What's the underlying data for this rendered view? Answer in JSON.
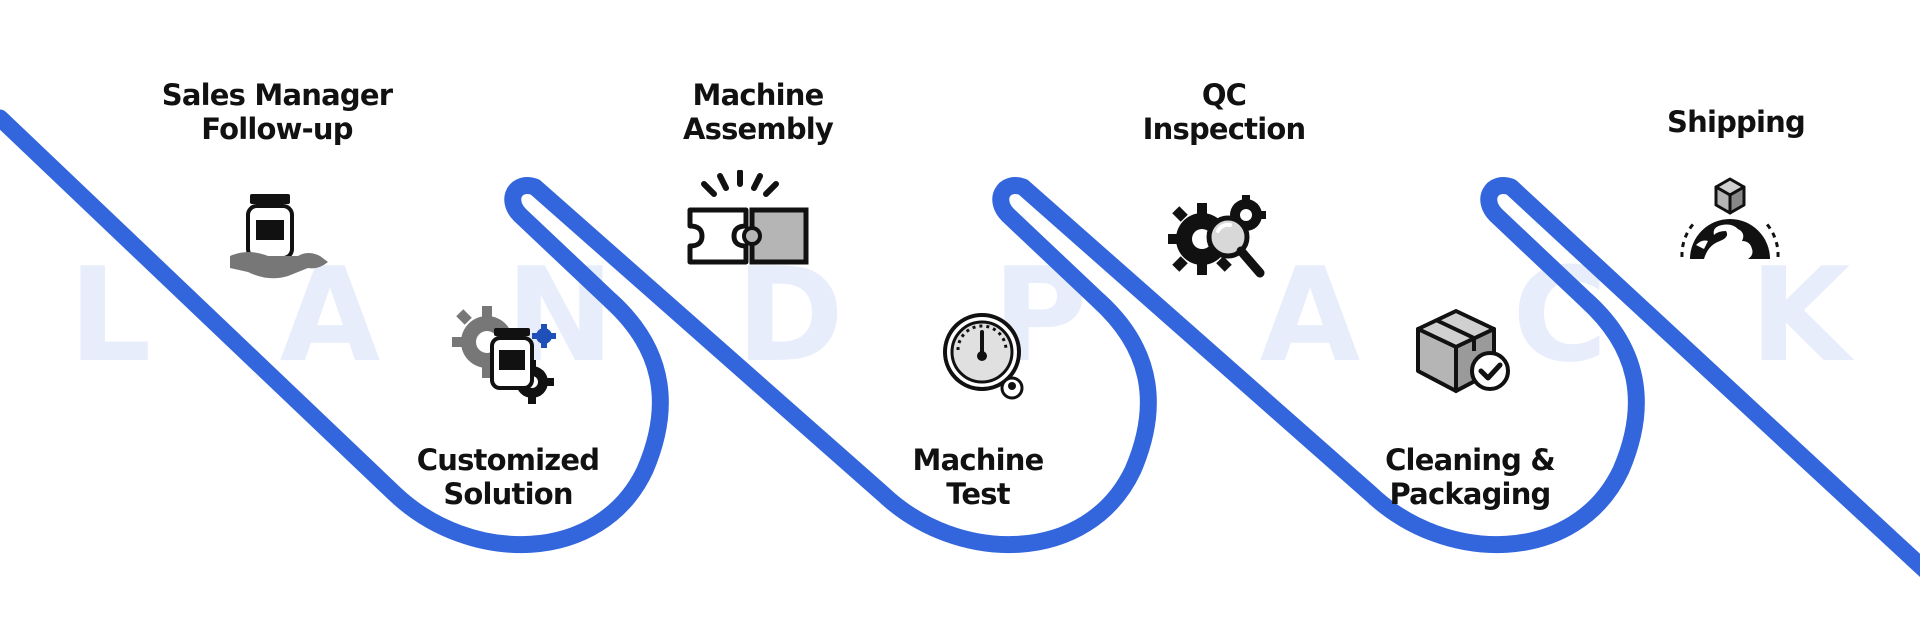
{
  "watermark": [
    "L",
    "A",
    "N",
    "D",
    "P",
    "A",
    "C",
    "K"
  ],
  "colors": {
    "path": "#3366dd",
    "text": "#111111",
    "watermark": "#e8edfb",
    "icon": "#111111",
    "icon_gray": "#7a7a7a"
  },
  "steps": [
    {
      "line1": "Sales Manager",
      "line2": "Follow-up",
      "icon": "hand-jar-icon"
    },
    {
      "line1": "Customized",
      "line2": "Solution",
      "icon": "gears-jar-icon"
    },
    {
      "line1": "Machine",
      "line2": "Assembly",
      "icon": "puzzle-icon"
    },
    {
      "line1": "Machine",
      "line2": "Test",
      "icon": "gauge-icon"
    },
    {
      "line1": "QC",
      "line2": "Inspection",
      "icon": "gear-magnifier-icon"
    },
    {
      "line1": "Cleaning &",
      "line2": "Packaging",
      "icon": "box-check-icon"
    },
    {
      "line1": "Shipping",
      "line2": "",
      "icon": "globe-box-icon"
    }
  ]
}
